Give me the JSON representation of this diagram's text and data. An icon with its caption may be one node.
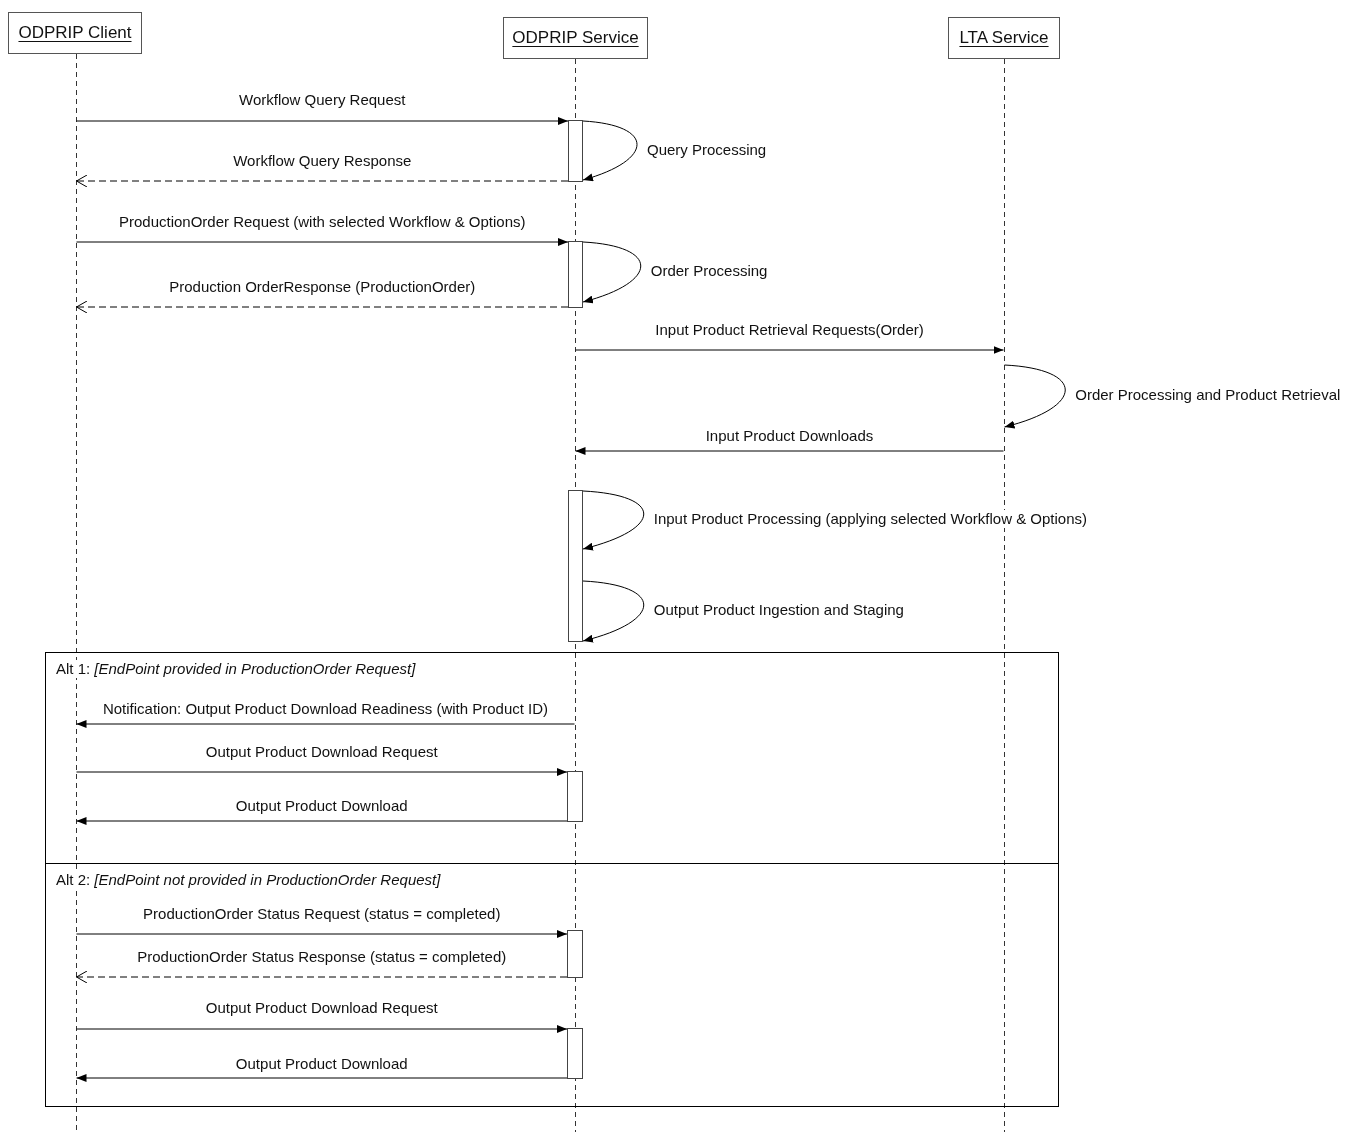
{
  "diagram": {
    "nodes": [
      {
        "text": [
          "ODPRIP Client"
        ]
      },
      {
        "text": [
          "ODPRIP Service"
        ]
      },
      {
        "text": [
          "LTA Service"
        ]
      },
      {
        "text": [],
        "shape": "line"
      },
      {
        "text": [],
        "shape": "line"
      },
      {
        "text": [],
        "shape": "line"
      },
      {
        "text": [],
        "shape": "bar"
      },
      {
        "text": [],
        "shape": "bar"
      },
      {
        "text": [],
        "shape": "bar"
      },
      {
        "text": [
          "Alt 1: *[EndPoint provided in ProductionOrder Request]*"
        ]
      },
      {
        "text": [],
        "shape": "bar",
        "in": 9
      },
      {
        "text": [
          "Alt 2: *[EndPoint not provided in ProductionOrder Request]*"
        ]
      },
      {
        "text": [],
        "shape": "bar",
        "in": 11
      },
      {
        "text": [],
        "shape": "bar",
        "in": 11
      }
    ],
    "edges": [
      {
        "from": 3,
        "to": 6,
        "arrow": "to",
        "label": "Workflow Query Request"
      },
      {
        "from": 6,
        "to": 6,
        "arrow": "to",
        "label": "Query Processing"
      },
      {
        "from": 6,
        "to": 3,
        "arrow": "to",
        "label": "Workflow Query Response",
        "style": "dashed"
      },
      {
        "from": 3,
        "to": 7,
        "arrow": "to",
        "label": "ProductionOrder Request (with selected Workflow & Options)"
      },
      {
        "from": 7,
        "to": 7,
        "arrow": "to",
        "label": "Order Processing"
      },
      {
        "from": 7,
        "to": 3,
        "arrow": "to",
        "label": "Production OrderResponse (ProductionOrder)",
        "style": "dashed"
      },
      {
        "from": 4,
        "to": 5,
        "arrow": "to",
        "label": "Input Product Retrieval Requests(Order)"
      },
      {
        "from": 5,
        "to": 5,
        "arrow": "to",
        "label": "Order Processing and Product Retrieval"
      },
      {
        "from": 5,
        "to": 4,
        "arrow": "to",
        "label": "Input Product Downloads"
      },
      {
        "from": 8,
        "to": 8,
        "arrow": "to",
        "label": "Input Product Processing (applying selected Workflow & Options)"
      },
      {
        "from": 8,
        "to": 8,
        "arrow": "to",
        "label": "Output Product Ingestion and Staging"
      },
      {
        "from": 4,
        "to": 3,
        "arrow": "to",
        "label": "Notification: Output Product Download Readiness (with Product ID)"
      },
      {
        "from": 3,
        "to": 10,
        "arrow": "to",
        "label": "Output Product Download Request"
      },
      {
        "from": 10,
        "to": 3,
        "arrow": "to",
        "label": "Output Product Download"
      },
      {
        "from": 3,
        "to": 12,
        "arrow": "to",
        "label": "ProductionOrder Status Request (status = completed)"
      },
      {
        "from": 12,
        "to": 3,
        "arrow": "to",
        "label": "ProductionOrder Status Response (status = completed)",
        "style": "dashed"
      },
      {
        "from": 3,
        "to": 13,
        "arrow": "to",
        "label": "Output Product Download Request"
      },
      {
        "from": 13,
        "to": 3,
        "arrow": "to",
        "label": "Output Product Download"
      }
    ]
  }
}
